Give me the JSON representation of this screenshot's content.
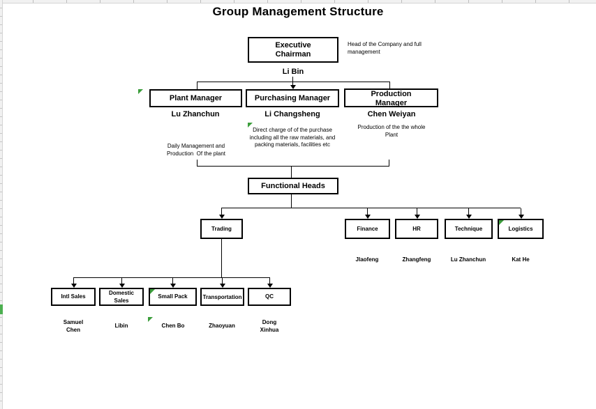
{
  "title": "Group Management Structure",
  "chairman": {
    "label": "Executive Chairman",
    "name": "Li Bin",
    "note": "Head of the Company and full management"
  },
  "managers": [
    {
      "label": "Plant Manager",
      "name": "Lu Zhanchun",
      "note": "Daily Management and Production  Of the plant"
    },
    {
      "label": "Purchasing Manager",
      "name": "Li Changsheng",
      "note": "Direct charge of of the purchase including all the raw materials, and packing materials, facilities etc"
    },
    {
      "label": "Production Manager",
      "name": "Chen Weiyan",
      "note": "Production of the the whole Plant"
    }
  ],
  "functional_heads": {
    "label": "Functional Heads"
  },
  "departments": [
    {
      "label": "Trading",
      "name": ""
    },
    {
      "label": "Finance",
      "name": "Jlaofeng"
    },
    {
      "label": "HR",
      "name": "Zhangfeng"
    },
    {
      "label": "Technique",
      "name": "Lu Zhanchun"
    },
    {
      "label": "Logistics",
      "name": "Kat He"
    }
  ],
  "trading_units": [
    {
      "label": "Intl Sales",
      "name": "Samuel Chen"
    },
    {
      "label": "Domestic Sales",
      "name": "Libin"
    },
    {
      "label": "Small Pack",
      "name": "Chen Bo"
    },
    {
      "label": "Transportation",
      "name": "Zhaoyuan"
    },
    {
      "label": "QC",
      "name": "Dong Xinhua"
    }
  ],
  "colors": {
    "indicator_green": "#3C9E3C",
    "marker_green": "#4CAF50",
    "line_black": "#000000"
  }
}
